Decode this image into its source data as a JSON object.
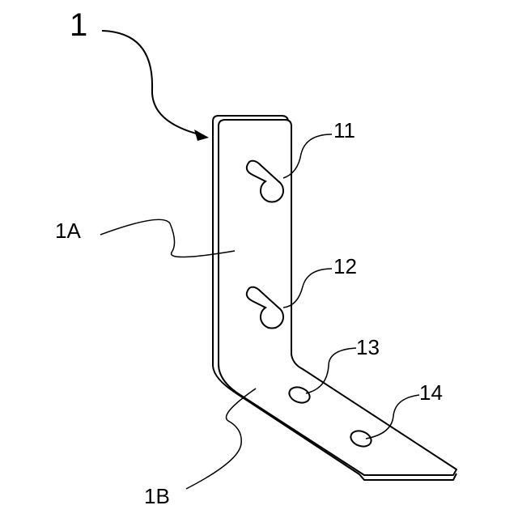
{
  "figure": {
    "main_ref": "1",
    "labels": {
      "part_a": "1A",
      "part_b": "1B",
      "hole_11": "11",
      "hole_12": "12",
      "hole_13": "13",
      "hole_14": "14"
    },
    "colors": {
      "ink": "#000000",
      "paper": "#ffffff"
    }
  }
}
